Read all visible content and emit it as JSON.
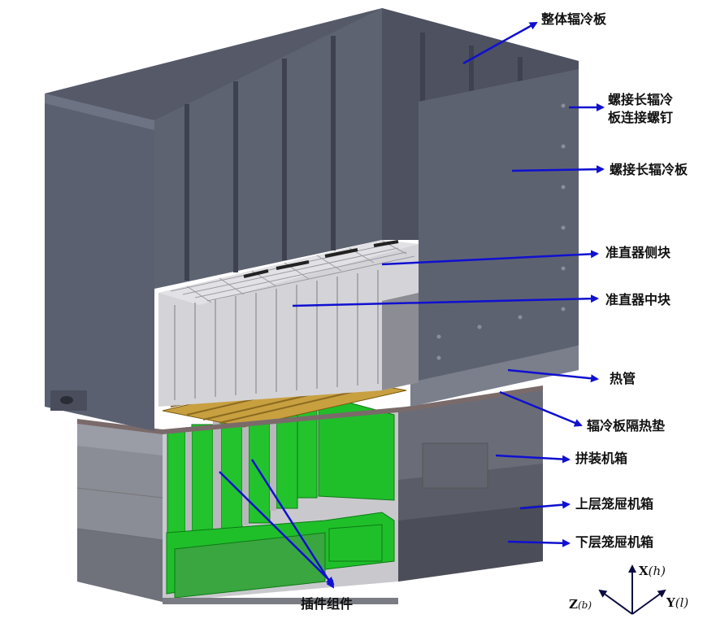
{
  "labels": {
    "overall_cold_plate": "整体辐冷板",
    "screw_plate_bolts_line1": "螺接长辐冷",
    "screw_plate_bolts_line2": "板连接螺钉",
    "screw_long_plate": "螺接长辐冷板",
    "collimator_side": "准直器侧块",
    "collimator_middle": "准直器中块",
    "heat_pipe": "热管",
    "insulation_pad": "辐冷板隔热垫",
    "assembled_chassis": "拼装机箱",
    "upper_cage": "上层笼屉机箱",
    "lower_cage": "下层笼屉机箱",
    "plugin_assembly": "插件组件"
  },
  "axes": {
    "x_name": "X",
    "x_sub": "h",
    "y_name": "Y",
    "y_sub": "l",
    "z_name": "Z",
    "z_sub": "b"
  },
  "colors": {
    "arrow": "#1010d0",
    "panel_dark": "#4a4e5c",
    "panel_mid": "#5b6070",
    "panel_light": "#6e7383",
    "chassis": "#6a6d78",
    "pcb_green": "#1fbf2a",
    "heat_pipe_gold": "#c8a040",
    "grid_light": "#c8c8cc"
  }
}
